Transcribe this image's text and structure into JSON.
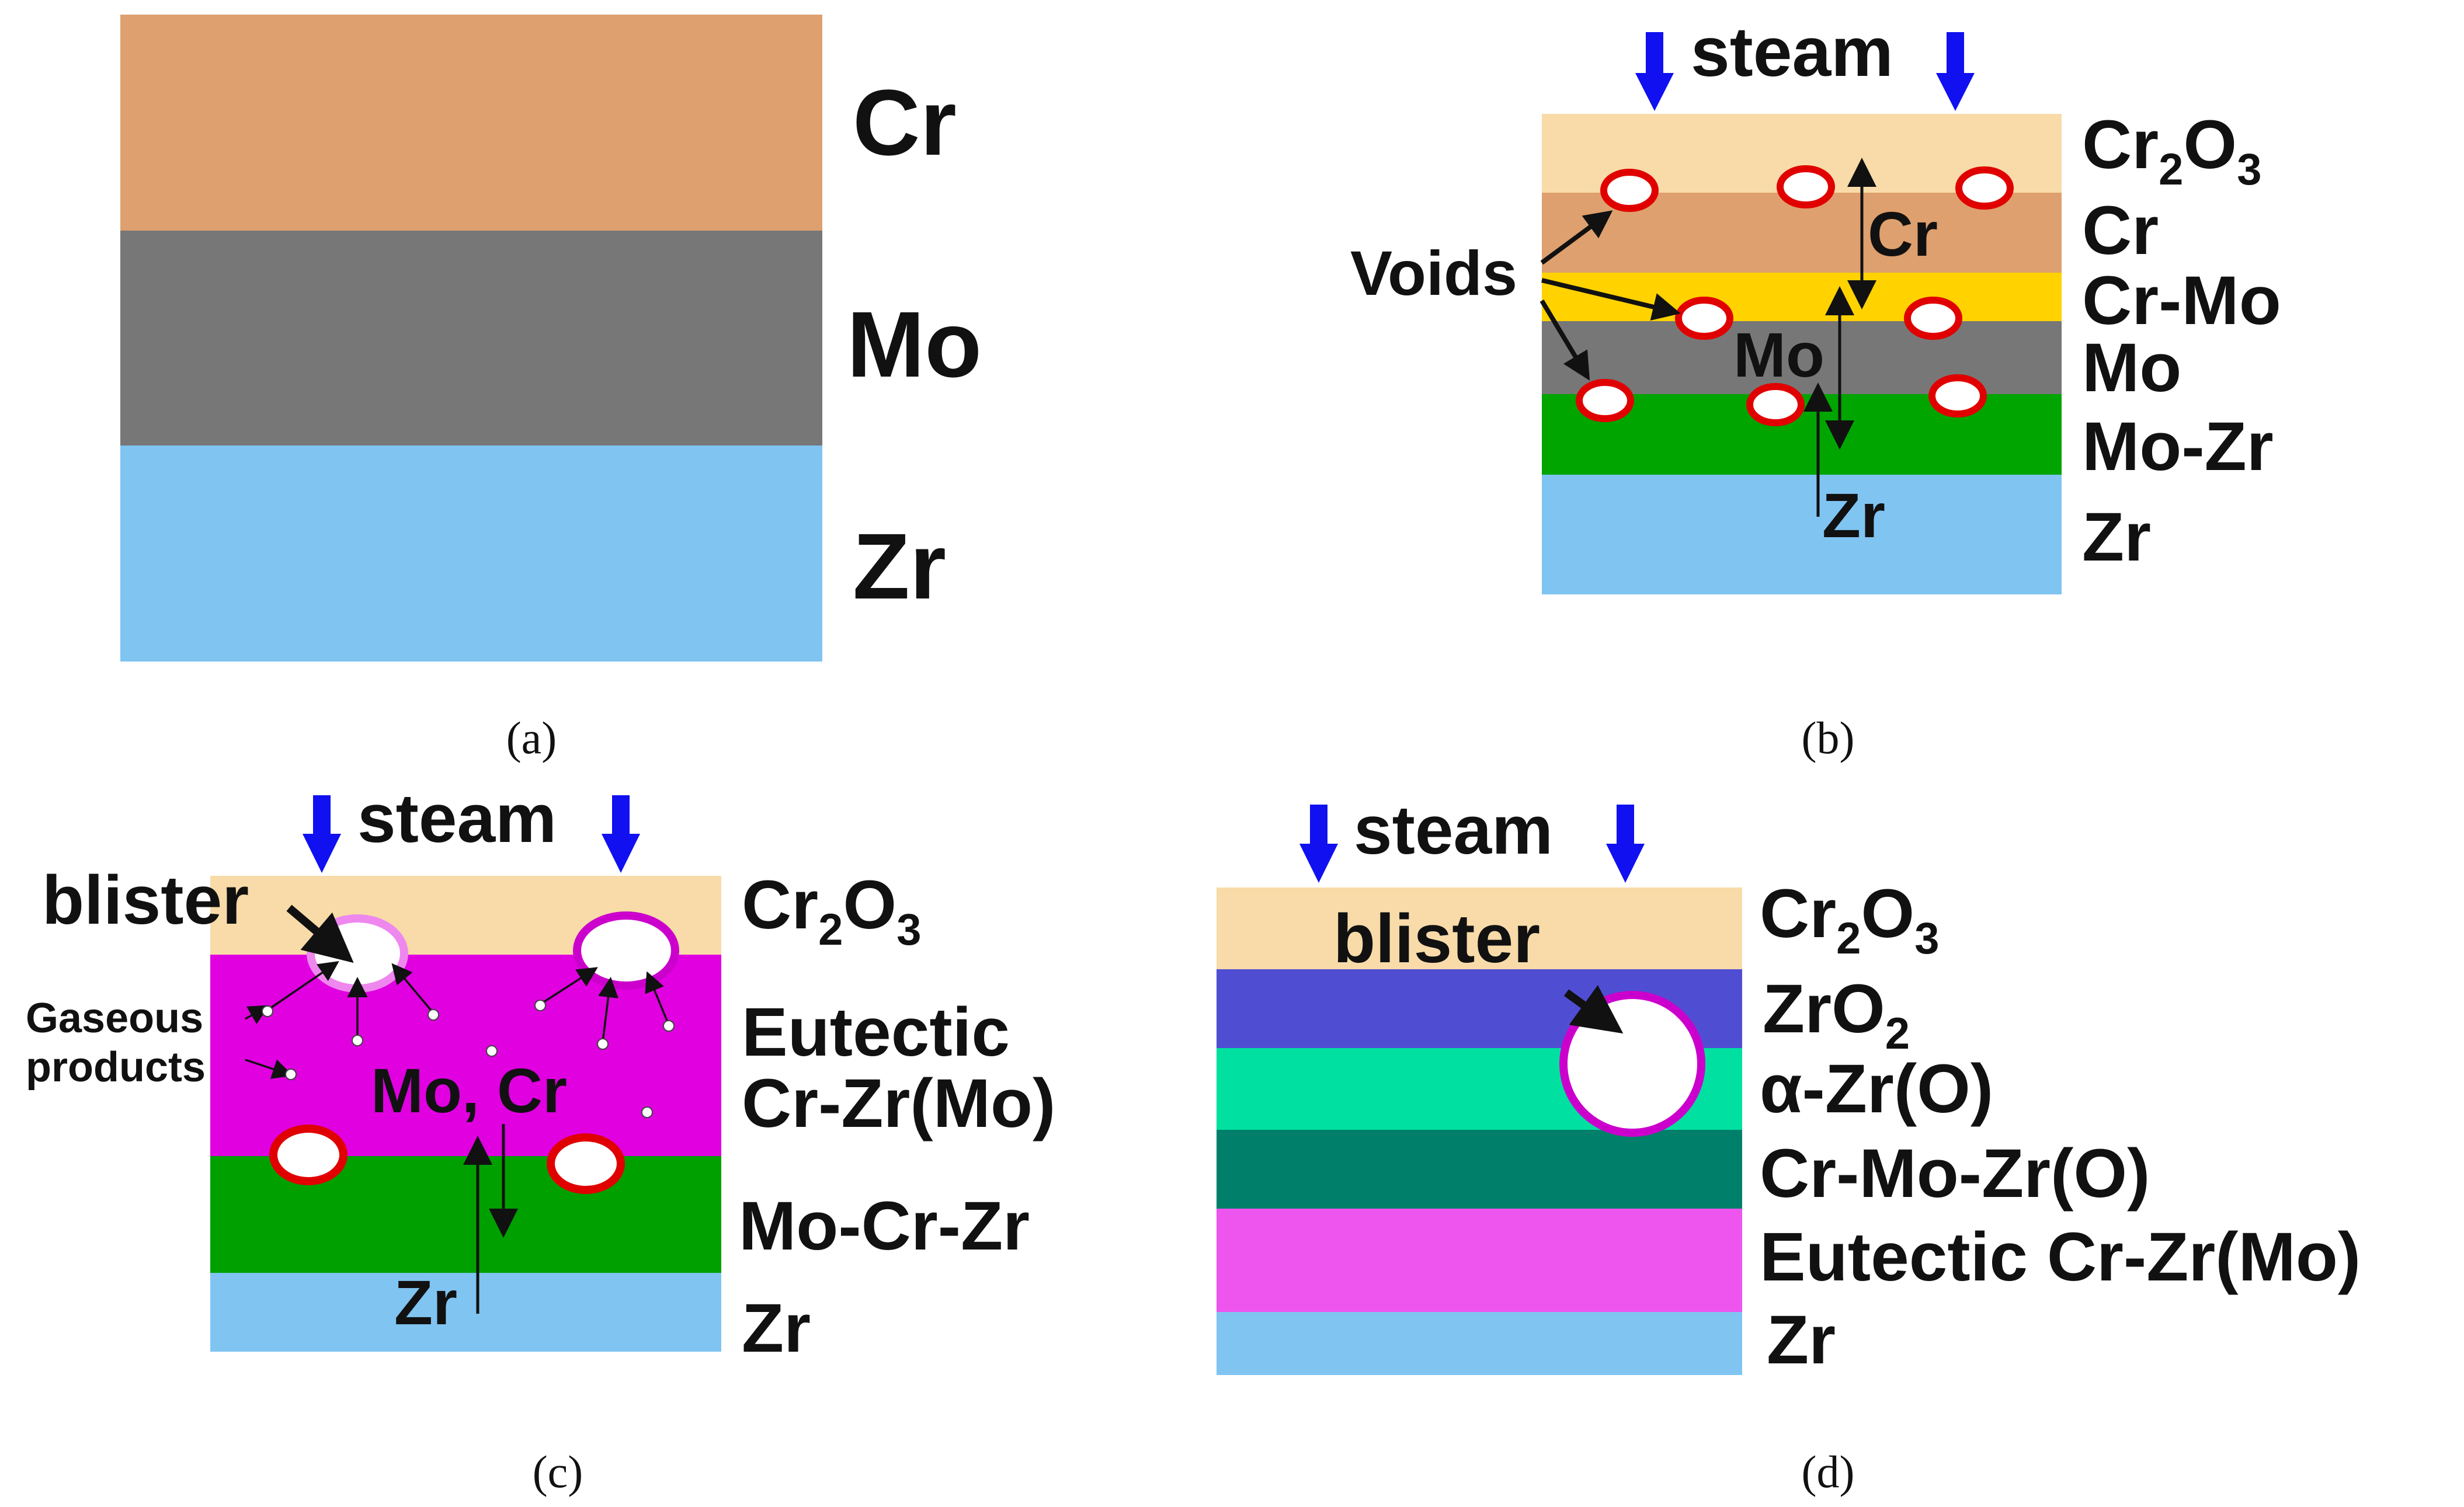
{
  "colors": {
    "cr": "#DEA06E",
    "mo": "#777777",
    "zr": "#80C4F2",
    "cr2o3": "#F8DBA8",
    "crmo": "#FFD200",
    "mozr": "#00A500",
    "eutectic": "#E000E0",
    "mocrzr": "#00A000",
    "zro2": "#4F4ED3",
    "alphazr": "#00E0A0",
    "crmozro": "#00806A",
    "eutectic_d": "#EE55EE",
    "steam_arrow": "#1010F0",
    "void_edge": "#E00000",
    "blister_edge": "#CC00CC"
  },
  "panel_a": {
    "caption": "(a)",
    "layers": [
      {
        "name": "Cr",
        "color": "cr"
      },
      {
        "name": "Mo",
        "color": "mo"
      },
      {
        "name": "Zr",
        "color": "zr"
      }
    ]
  },
  "panel_b": {
    "caption": "(b)",
    "steam": "steam",
    "voids": "Voids",
    "layers": [
      {
        "name": "Cr2O3",
        "color": "cr2o3"
      },
      {
        "name": "Cr",
        "color": "cr"
      },
      {
        "name": "Cr-Mo",
        "color": "crmo"
      },
      {
        "name": "Mo",
        "color": "mo"
      },
      {
        "name": "Mo-Zr",
        "color": "mozr"
      },
      {
        "name": "Zr",
        "color": "zr"
      }
    ],
    "inner": {
      "cr": "Cr",
      "mo": "Mo",
      "zr": "Zr"
    }
  },
  "panel_c": {
    "caption": "(c)",
    "steam": "steam",
    "blister": "blister",
    "gaseous_1": "Gaseous",
    "gaseous_2": "products",
    "mocr": "Mo, Cr",
    "zr_inner": "Zr",
    "layers": [
      {
        "name": "Cr2O3",
        "color": "cr2o3"
      },
      {
        "name": "Eutectic",
        "name2": "Cr-Zr(Mo)",
        "color": "eutectic"
      },
      {
        "name": "Mo-Cr-Zr",
        "color": "mocrzr"
      },
      {
        "name": "Zr",
        "color": "zr"
      }
    ]
  },
  "panel_d": {
    "caption": "(d)",
    "steam": "steam",
    "blister": "blister",
    "layers": [
      {
        "name": "Cr2O3",
        "color": "cr2o3"
      },
      {
        "name": "ZrO2",
        "color": "zro2"
      },
      {
        "name": "α-Zr(O)",
        "color": "alphazr"
      },
      {
        "name": "Cr-Mo-Zr(O)",
        "color": "crmozro"
      },
      {
        "name": "Eutectic Cr-Zr(Mo)",
        "color": "eutectic_d"
      },
      {
        "name": "Zr",
        "color": "zr"
      }
    ]
  }
}
